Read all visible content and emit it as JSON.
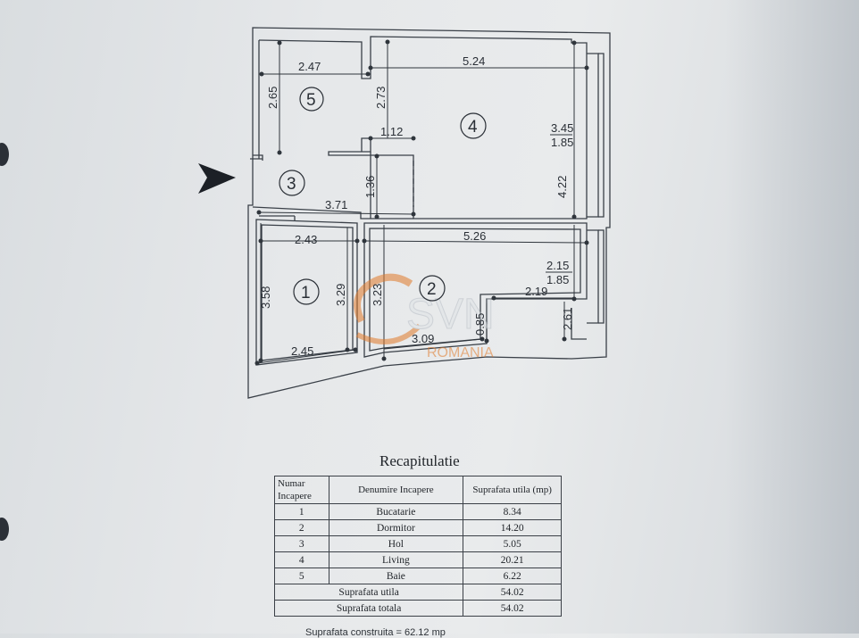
{
  "plan": {
    "rooms": [
      {
        "id": "1"
      },
      {
        "id": "2"
      },
      {
        "id": "3"
      },
      {
        "id": "4"
      },
      {
        "id": "5"
      }
    ],
    "dimensions": {
      "d_2_47": "2.47",
      "d_2_65": "2.65",
      "d_5_24": "5.24",
      "d_2_73": "2.73",
      "d_1_12": "1.12",
      "d_3_45": "3.45",
      "d_1_85a": "1.85",
      "d_4_22": "4.22",
      "d_1_36": "1.36",
      "d_3_71": "3.71",
      "d_2_43": "2.43",
      "d_5_26": "5.26",
      "d_2_15": "2.15",
      "d_1_85b": "1.85",
      "d_2_19": "2.19",
      "d_3_58": "3.58",
      "d_3_29": "3.29",
      "d_3_23": "3.23",
      "d_2_61": "2.61",
      "d_0_85": "0.85",
      "d_3_09": "3.09",
      "d_2_45": "2.45"
    },
    "watermark": {
      "brand": "SVN",
      "sub": "ROMANIA",
      "color": "#e07a2a"
    }
  },
  "recap": {
    "title": "Recapitulatie",
    "headers": {
      "col1": "Numar Incapere",
      "col2": "Denumire Incapere",
      "col3": "Suprafata utila (mp)"
    },
    "rows": [
      {
        "nr": "1",
        "name": "Bucatarie",
        "area": "8.34"
      },
      {
        "nr": "2",
        "name": "Dormitor",
        "area": "14.20"
      },
      {
        "nr": "3",
        "name": "Hol",
        "area": "5.05"
      },
      {
        "nr": "4",
        "name": "Living",
        "area": "20.21"
      },
      {
        "nr": "5",
        "name": "Baie",
        "area": "6.22"
      }
    ],
    "summary": [
      {
        "label": "Suprafata utila",
        "area": "54.02"
      },
      {
        "label": "Suprafata totala",
        "area": "54.02"
      }
    ],
    "partial_footer": "Suprafata construita = 62.12 mp"
  }
}
